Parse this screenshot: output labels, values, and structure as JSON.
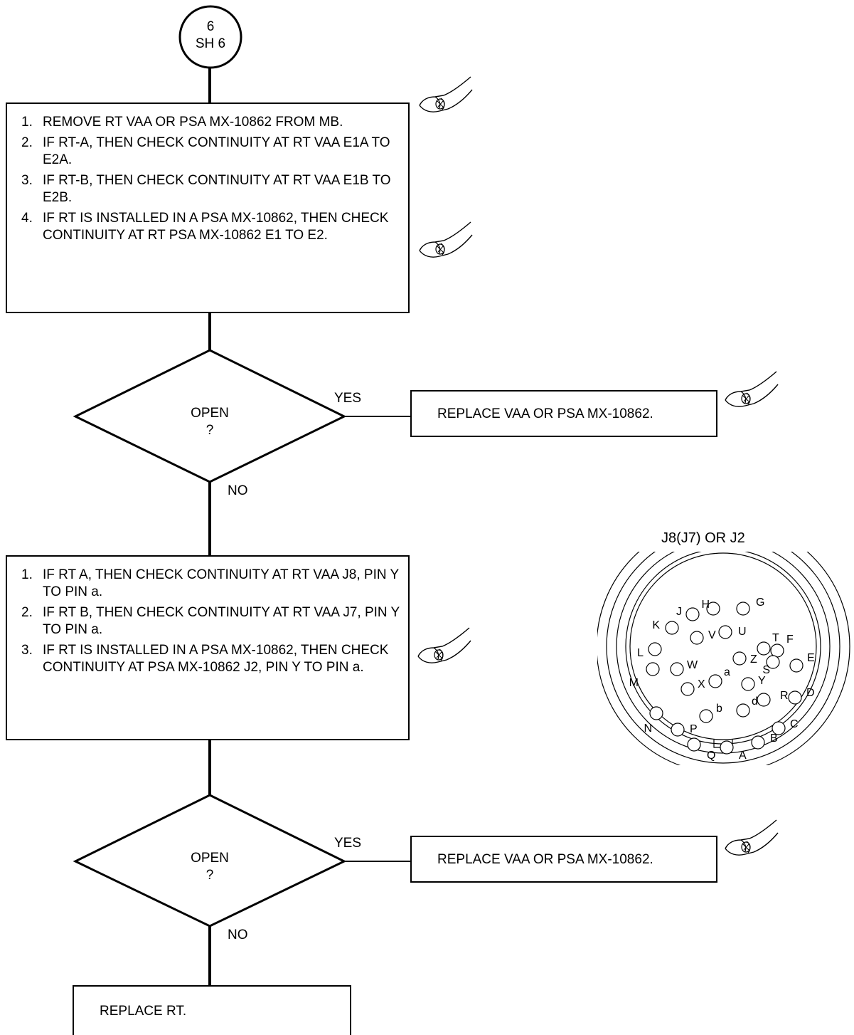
{
  "start_connector": {
    "line1": "6",
    "line2": "SH 6"
  },
  "step_box_1": {
    "steps": [
      {
        "num": "1.",
        "text": "REMOVE RT VAA OR PSA MX-10862 FROM MB."
      },
      {
        "num": "2.",
        "text": "IF RT-A, THEN CHECK CONTINUITY AT RT VAA E1A TO E2A."
      },
      {
        "num": "3.",
        "text": "IF RT-B, THEN CHECK CONTINUITY AT RT VAA E1B TO E2B."
      },
      {
        "num": "4.",
        "text": "IF RT IS INSTALLED IN A PSA MX-10862, THEN CHECK CONTINUITY AT RT PSA MX-10862 E1 TO E2."
      }
    ]
  },
  "decision_1": {
    "line1": "OPEN",
    "line2": "?",
    "yes": "YES",
    "no": "NO"
  },
  "action_1": {
    "text": "REPLACE VAA OR PSA MX-10862."
  },
  "step_box_2": {
    "steps": [
      {
        "num": "1.",
        "text": "IF RT A, THEN CHECK CONTINUITY AT RT VAA J8, PIN Y TO PIN a."
      },
      {
        "num": "2.",
        "text": "IF RT B, THEN CHECK CONTINUITY AT RT VAA J7, PIN Y TO PIN a."
      },
      {
        "num": "3.",
        "text": "IF RT IS INSTALLED IN A PSA MX-10862, THEN CHECK CONTINUITY AT PSA MX-10862 J2, PIN Y TO PIN a."
      }
    ]
  },
  "decision_2": {
    "line1": "OPEN",
    "line2": "?",
    "yes": "YES",
    "no": "NO"
  },
  "action_2": {
    "text": "REPLACE VAA OR PSA MX-10862."
  },
  "final_box": {
    "text": "REPLACE RT."
  },
  "connector": {
    "title": "J8(J7) OR J2",
    "pins": [
      "H",
      "G",
      "J",
      "K",
      "U",
      "V",
      "F",
      "T",
      "L",
      "Z",
      "S",
      "E",
      "W",
      "a",
      "Y",
      "M",
      "X",
      "R",
      "D",
      "d",
      "b",
      "N",
      "P",
      "C",
      "B",
      "Q",
      "A"
    ]
  },
  "icons": [
    "pointing-hand-icon"
  ]
}
